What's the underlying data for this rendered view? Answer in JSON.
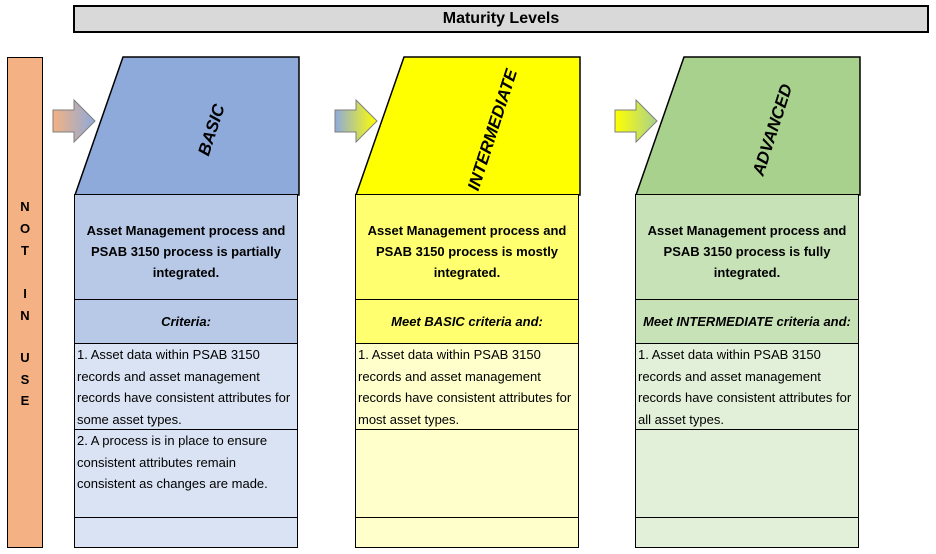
{
  "header": {
    "title": "Maturity Levels"
  },
  "not_in_use": {
    "letters": [
      "N",
      "O",
      "T",
      "I",
      "N",
      "U",
      "S",
      "E"
    ]
  },
  "levels": [
    {
      "name": "BASIC",
      "color": "#8eaadb",
      "light_color": "#dae3f3",
      "summary": "Asset Management process and PSAB 3150 process is partially integrated.",
      "criteria_label": "Criteria:",
      "items": [
        "1. Asset data within PSAB 3150 records and asset management records have consistent attributes for some asset types.",
        "2. A process is in place to ensure consistent attributes remain consistent as changes are made."
      ]
    },
    {
      "name": "INTERMEDIATE",
      "color": "#ffff00",
      "light_color": "#ffffcc",
      "summary": "Asset Management process and PSAB 3150 process is mostly integrated.",
      "criteria_label": "Meet BASIC criteria and:",
      "items": [
        "1. Asset data within PSAB 3150 records and asset management records have consistent attributes for most asset types."
      ]
    },
    {
      "name": "ADVANCED",
      "color": "#a9d18e",
      "light_color": "#e2f0d9",
      "summary": "Asset Management process and PSAB 3150 process is fully integrated.",
      "criteria_label": "Meet INTERMEDIATE criteria and:",
      "items": [
        "1. Asset data within PSAB 3150 records and asset management records have consistent attributes for all asset types."
      ]
    }
  ]
}
